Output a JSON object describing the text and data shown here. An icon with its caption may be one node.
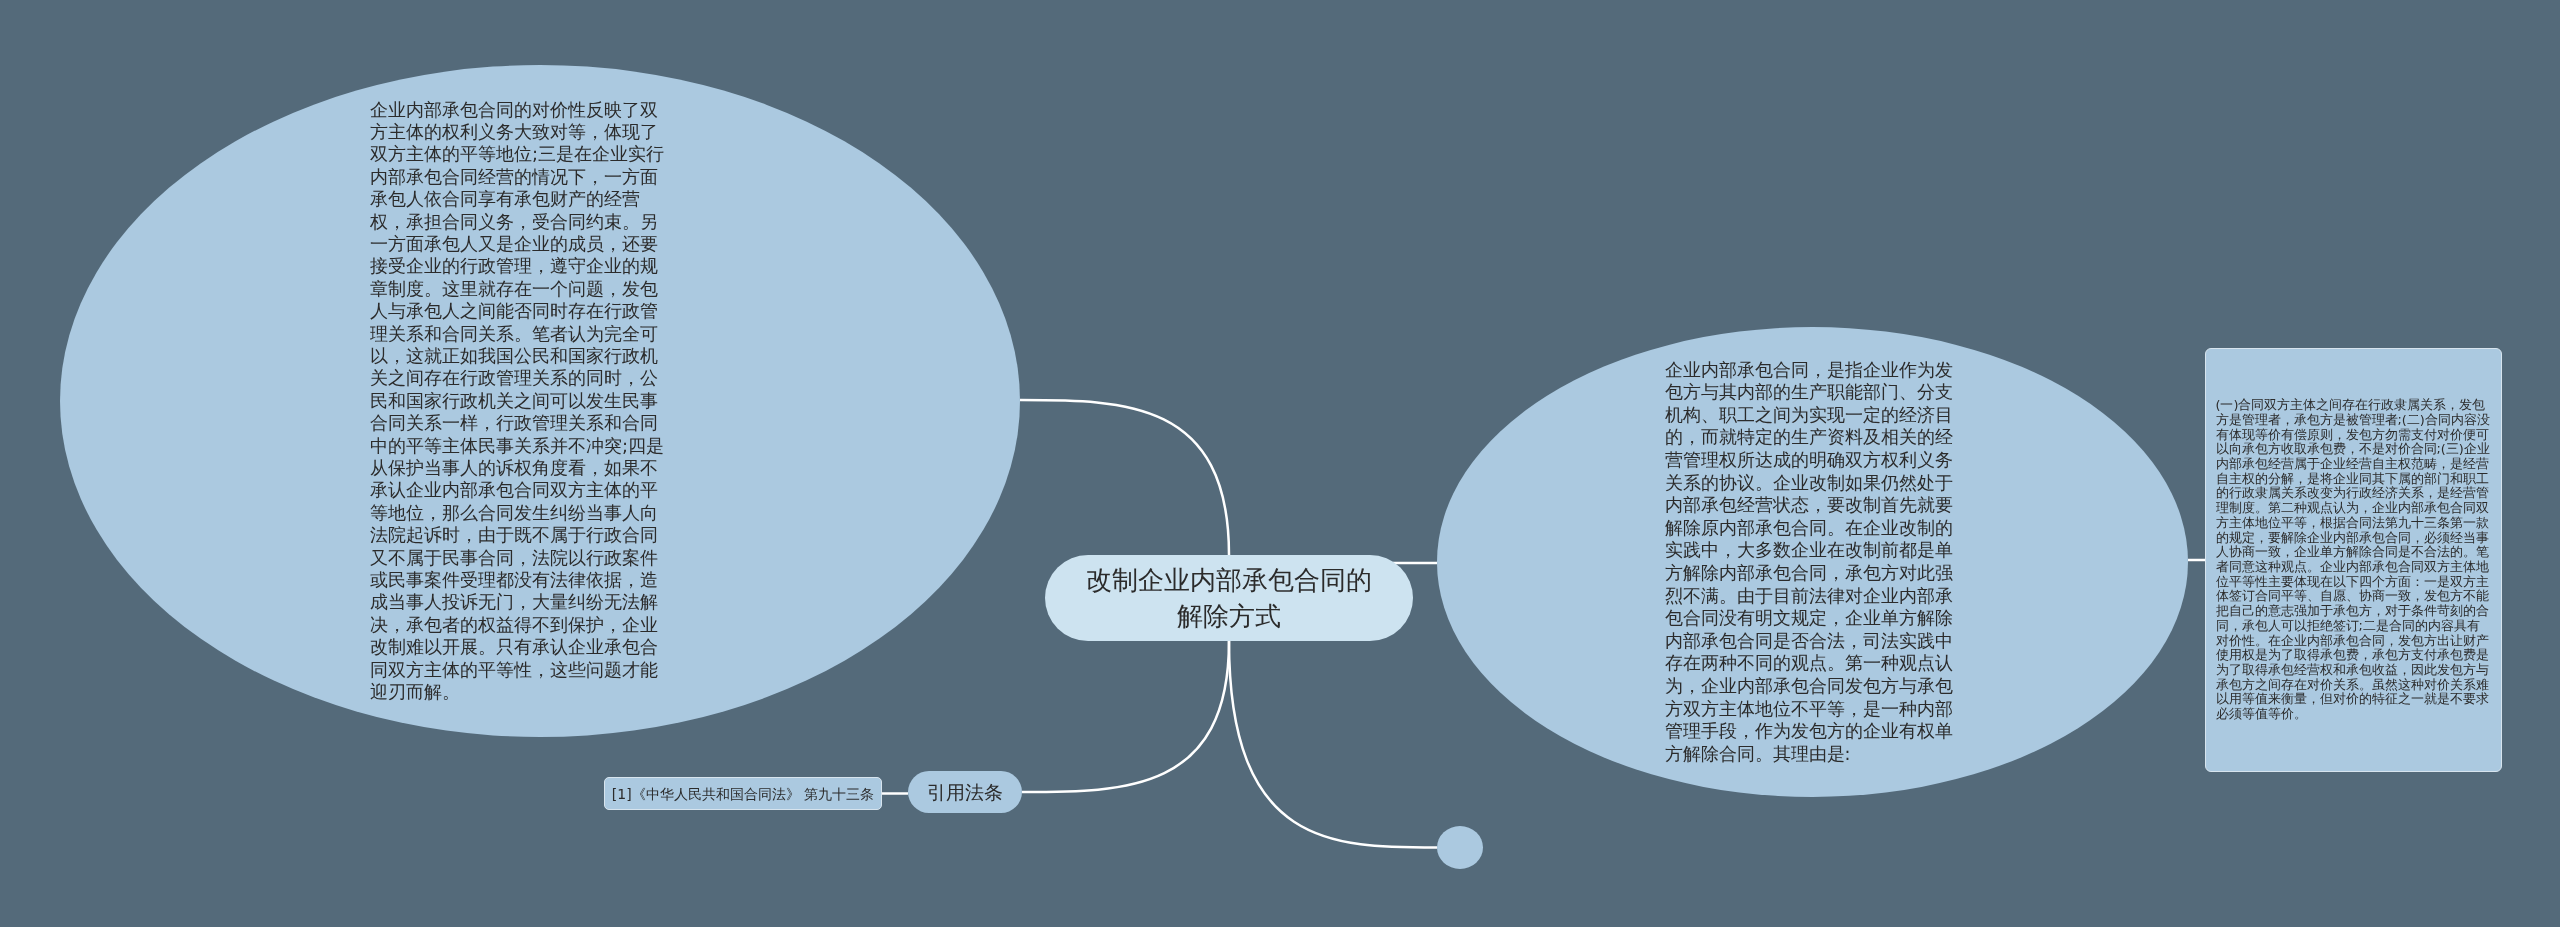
{
  "diagram": {
    "nodes": [
      {
        "text": [
          "改制企业内部承包合同的解除方式"
        ]
      },
      {
        "text": [
          "企业内部承包合同的对价性反映了双方主体的权利义务大致对等，体现了双方主体的平等地位;三是在企业实行内部承包合同经营的情况下，一方面承包人依合同享有承包财产的经营权，承担合同义务，受合同约束。另一方面承包人又是企业的成员，还要接受企业的行政管理，遵守企业的规章制度。这里就存在一个问题，发包人与承包人之间能否同时存在行政管理关系和合同关系。笔者认为完全可以，这就正如我国公民和国家行政机关之间存在行政管理关系的同时，公民和国家行政机关之间可以发生民事合同关系一样，行政管理关系和合同中的平等主体民事关系并不冲突;四是从保护当事人的诉权角度看，如果不承认企业内部承包合同双方主体的平等地位，那么合同发生纠纷当事人向法院起诉时，由于既不属于行政合同又不属于民事合同，法院以行政案件或民事案件受理都没有法律依据，造成当事人投诉无门，大量纠纷无法解决，承包者的权益得不到保护，企业改制难以开展。只有承认企业承包合同双方主体的平等性，这些问题才能迎刃而解。"
        ]
      },
      {
        "text": [
          "企业内部承包合同，是指企业作为发包方与其内部的生产职能部门、分支机构、职工之间为实现一定的经济目的，而就特定的生产资料及相关的经营管理权所达成的明确双方权利义务关系的协议。企业改制如果仍然处于内部承包经营状态，要改制首先就要解除原内部承包合同。在企业改制的实践中，大多数企业在改制前都是单方解除内部承包合同，承包方对此强烈不满。由于目前法律对企业内部承包合同没有明文规定，企业单方解除内部承包合同是否合法，司法实践中存在两种不同的观点。第一种观点认为，企业内部承包合同发包方与承包方双方主体地位不平等，是一种内部管理手段，作为发包方的企业有权单方解除合同。其理由是:"
        ]
      },
      {
        "text": [
          "(一)合同双方主体之间存在行政隶属关系，发包方是管理者，承包方是被管理者;(二)合同内容没有体现等价有偿原则，发包方勿需支付对价便可以向承包方收取承包费，不是对价合同;(三)企业内部承包经营属于企业经营自主权范畴，是经营自主权的分解，是将企业同其下属的部门和职工的行政隶属关系改变为行政经济关系，是经营管理制度。第二种观点认为，企业内部承包合同双方主体地位平等，根据合同法第九十三条第一款的规定，要解除企业内部承包合同，必须经当事人协商一致，企业单方解除合同是不合法的。笔者同意这种观点。企业内部承包合同双方主体地位平等性主要体现在以下四个方面：一是双方主体签订合同平等、自愿、协商一致，发包方不能把自己的意志强加于承包方，对于条件苛刻的合同，承包人可以拒绝签订;二是合同的内容具有对价性。在企业内部承包合同，发包方出让财产使用权是为了取得承包费，承包方支付承包费是为了取得承包经营权和承包收益，因此发包方与承包方之间存在对价关系。虽然这种对价关系难以用等值来衡量，但对价的特征之一就是不要求必须等值等价。"
        ]
      },
      {
        "text": [
          "引用法条"
        ]
      },
      {
        "text": [
          "[1]《中华人民共和国合同法》 第九十三条"
        ]
      },
      {
        "text": [],
        "shape": "circle"
      }
    ],
    "edges": [
      {
        "from": 0,
        "to": 1,
        "arrow": "none"
      },
      {
        "from": 0,
        "to": 2,
        "arrow": "none"
      },
      {
        "from": 2,
        "to": 3,
        "arrow": "none"
      },
      {
        "from": 0,
        "to": 4,
        "arrow": "none"
      },
      {
        "from": 4,
        "to": 5,
        "arrow": "none"
      },
      {
        "from": 0,
        "to": 6,
        "arrow": "none"
      }
    ]
  }
}
